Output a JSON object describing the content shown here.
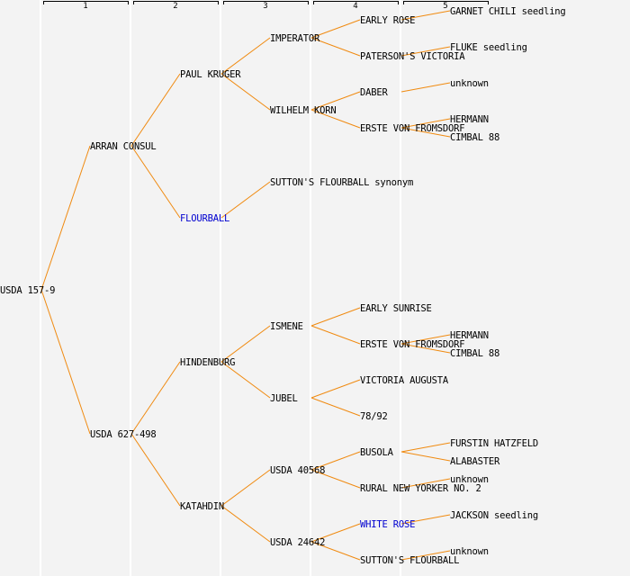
{
  "title": "Pedigree of USDA 157-9",
  "colors": {
    "edge": "#f08a10",
    "text": "#000000",
    "highlight": "#0000d0",
    "background": "#f3f3f3"
  },
  "generations": [
    "1",
    "2",
    "3",
    "4",
    "5"
  ],
  "tree": {
    "label": "USDA 157-9",
    "row": 32,
    "children": [
      {
        "label": "ARRAN CONSUL",
        "row": 16,
        "children": [
          {
            "label": "PAUL KRUGER",
            "row": 8,
            "children": [
              {
                "label": "IMPERATOR",
                "row": 4,
                "children": [
                  {
                    "label": "EARLY ROSE",
                    "row": 2,
                    "children": [
                      {
                        "label": "GARNET CHILI seedling",
                        "row": 1
                      }
                    ]
                  },
                  {
                    "label": "PATERSON'S VICTORIA",
                    "row": 6,
                    "children": [
                      {
                        "label": "FLUKE seedling",
                        "row": 5
                      }
                    ]
                  }
                ]
              },
              {
                "label": "WILHELM KORN",
                "row": 12,
                "children": [
                  {
                    "label": "DABER",
                    "row": 10,
                    "children": [
                      {
                        "label": "unknown",
                        "row": 9
                      }
                    ]
                  },
                  {
                    "label": "ERSTE VON FROMSDORF",
                    "row": 14,
                    "children": [
                      {
                        "label": "HERMANN",
                        "row": 13
                      },
                      {
                        "label": "CIMBAL 88",
                        "row": 15
                      }
                    ]
                  }
                ]
              }
            ]
          },
          {
            "label": "FLOURBALL",
            "row": 24,
            "highlight": true,
            "children": [
              {
                "label": "SUTTON'S FLOURBALL synonym",
                "row": 20
              }
            ]
          }
        ]
      },
      {
        "label": "USDA 627-498",
        "row": 48,
        "children": [
          {
            "label": "HINDENBURG",
            "row": 40,
            "children": [
              {
                "label": "ISMENE",
                "row": 36,
                "children": [
                  {
                    "label": "EARLY SUNRISE",
                    "row": 34
                  },
                  {
                    "label": "ERSTE VON FROMSDORF",
                    "row": 38,
                    "children": [
                      {
                        "label": "HERMANN",
                        "row": 37
                      },
                      {
                        "label": "CIMBAL 88",
                        "row": 39
                      }
                    ]
                  }
                ]
              },
              {
                "label": "JUBEL",
                "row": 44,
                "children": [
                  {
                    "label": "VICTORIA AUGUSTA",
                    "row": 42
                  },
                  {
                    "label": "78/92",
                    "row": 46
                  }
                ]
              }
            ]
          },
          {
            "label": "KATAHDIN",
            "row": 56,
            "children": [
              {
                "label": "USDA 40568",
                "row": 52,
                "children": [
                  {
                    "label": "BUSOLA",
                    "row": 50,
                    "children": [
                      {
                        "label": "FURSTIN HATZFELD",
                        "row": 49
                      },
                      {
                        "label": "ALABASTER",
                        "row": 51
                      }
                    ]
                  },
                  {
                    "label": "RURAL NEW YORKER NO. 2",
                    "row": 54,
                    "children": [
                      {
                        "label": "unknown",
                        "row": 53
                      }
                    ]
                  }
                ]
              },
              {
                "label": "USDA 24642",
                "row": 60,
                "children": [
                  {
                    "label": "WHITE ROSE",
                    "row": 58,
                    "highlight": true,
                    "children": [
                      {
                        "label": "JACKSON seedling",
                        "row": 57
                      }
                    ]
                  },
                  {
                    "label": "SUTTON'S FLOURBALL",
                    "row": 62,
                    "children": [
                      {
                        "label": "unknown",
                        "row": 61
                      }
                    ]
                  }
                ]
              }
            ]
          }
        ]
      }
    ]
  }
}
